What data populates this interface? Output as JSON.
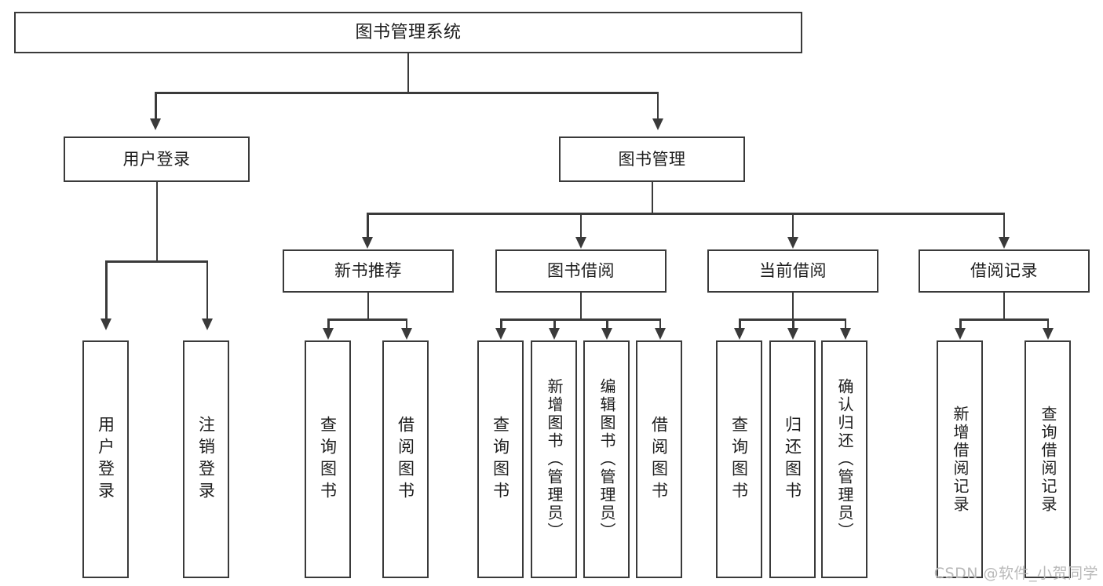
{
  "diagram": {
    "title": "图书管理系统",
    "type": "tree-hierarchy",
    "root": {
      "label": "图书管理系统"
    },
    "level2": [
      {
        "label": "用户登录"
      },
      {
        "label": "图书管理"
      }
    ],
    "level3": [
      {
        "label": "新书推荐"
      },
      {
        "label": "图书借阅"
      },
      {
        "label": "当前借阅"
      },
      {
        "label": "借阅记录"
      }
    ],
    "leaves": {
      "user_login": [
        {
          "label": "用户登录"
        },
        {
          "label": "注销登录"
        }
      ],
      "new_book_recommend": [
        {
          "label": "查询图书"
        },
        {
          "label": "借阅图书"
        }
      ],
      "book_borrow": [
        {
          "label": "查询图书"
        },
        {
          "label": "新增图书（管理员）"
        },
        {
          "label": "编辑图书（管理员）"
        },
        {
          "label": "借阅图书"
        }
      ],
      "current_borrow": [
        {
          "label": "查询图书"
        },
        {
          "label": "归还图书"
        },
        {
          "label": "确认归还（管理员）"
        }
      ],
      "borrow_record": [
        {
          "label": "新增借阅记录"
        },
        {
          "label": "查询借阅记录"
        }
      ]
    }
  },
  "watermark": {
    "text": "CSDN @软件_小贺同学"
  },
  "colors": {
    "stroke": "#3a3a3a",
    "background": "#ffffff",
    "text": "#1d1d1d",
    "watermark": "#b9b9b9"
  }
}
